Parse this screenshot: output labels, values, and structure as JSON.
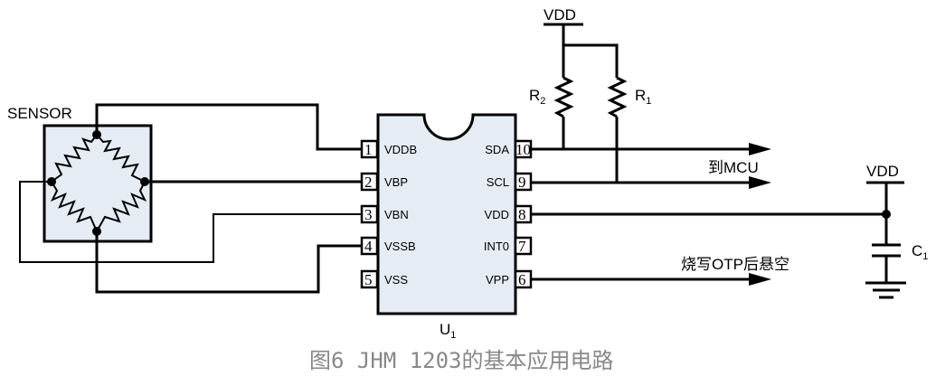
{
  "sensor": {
    "label": "SENSOR"
  },
  "chip": {
    "designator": "U",
    "designator_sub": "1",
    "left_pins": [
      {
        "num": "1",
        "name": "VDDB"
      },
      {
        "num": "2",
        "name": "VBP"
      },
      {
        "num": "3",
        "name": "VBN"
      },
      {
        "num": "4",
        "name": "VSSB"
      },
      {
        "num": "5",
        "name": "VSS"
      }
    ],
    "right_pins": [
      {
        "num": "10",
        "name": "SDA"
      },
      {
        "num": "9",
        "name": "SCL"
      },
      {
        "num": "8",
        "name": "VDD"
      },
      {
        "num": "7",
        "name": "INT0"
      },
      {
        "num": "6",
        "name": "VPP"
      }
    ]
  },
  "resistors": {
    "r2": {
      "name": "R",
      "sub": "2"
    },
    "r1": {
      "name": "R",
      "sub": "1"
    }
  },
  "capacitor": {
    "name": "C",
    "sub": "1"
  },
  "power": {
    "top_vdd": "VDD",
    "right_vdd": "VDD"
  },
  "annotations": {
    "to_mcu": "到MCU",
    "vpp_note": "烧写OTP后悬空"
  },
  "caption": "图6 JHM 1203的基本应用电路"
}
